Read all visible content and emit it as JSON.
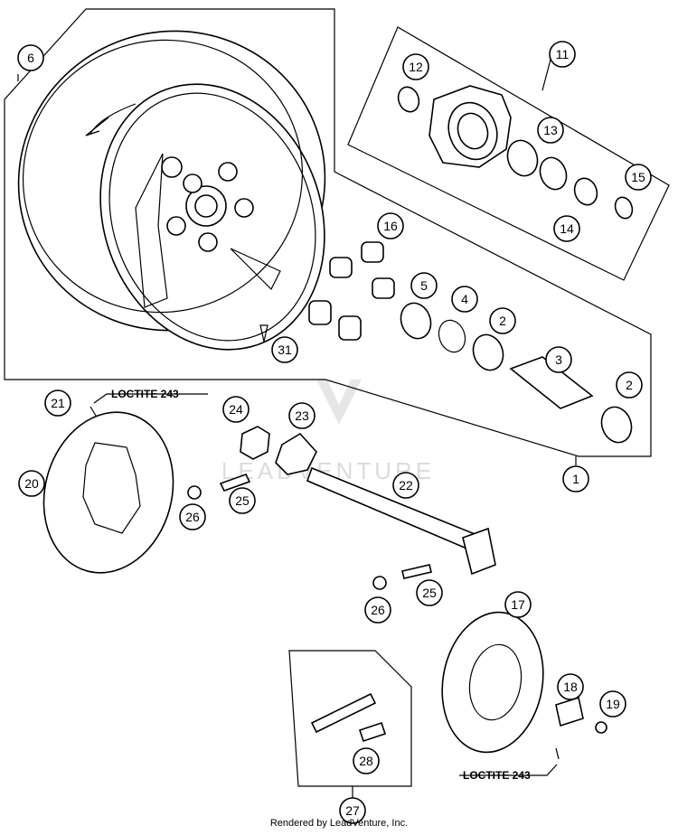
{
  "callouts": {
    "c1": "1",
    "c2a": "2",
    "c2b": "2",
    "c3": "3",
    "c4": "4",
    "c5": "5",
    "c6": "6",
    "c11": "11",
    "c12": "12",
    "c13": "13",
    "c14": "14",
    "c15": "15",
    "c16": "16",
    "c17": "17",
    "c18": "18",
    "c19": "19",
    "c20": "20",
    "c21": "21",
    "c22": "22",
    "c23": "23",
    "c24": "24",
    "c25a": "25",
    "c25b": "25",
    "c26a": "26",
    "c26b": "26",
    "c27": "27",
    "c28": "28",
    "c31": "31"
  },
  "notes": {
    "loctite_top": "LOCTITE 243",
    "loctite_bottom": "LOCTITE 243"
  },
  "watermark": "LEADVENTURE",
  "footer": "Rendered by LeadVenture, Inc."
}
